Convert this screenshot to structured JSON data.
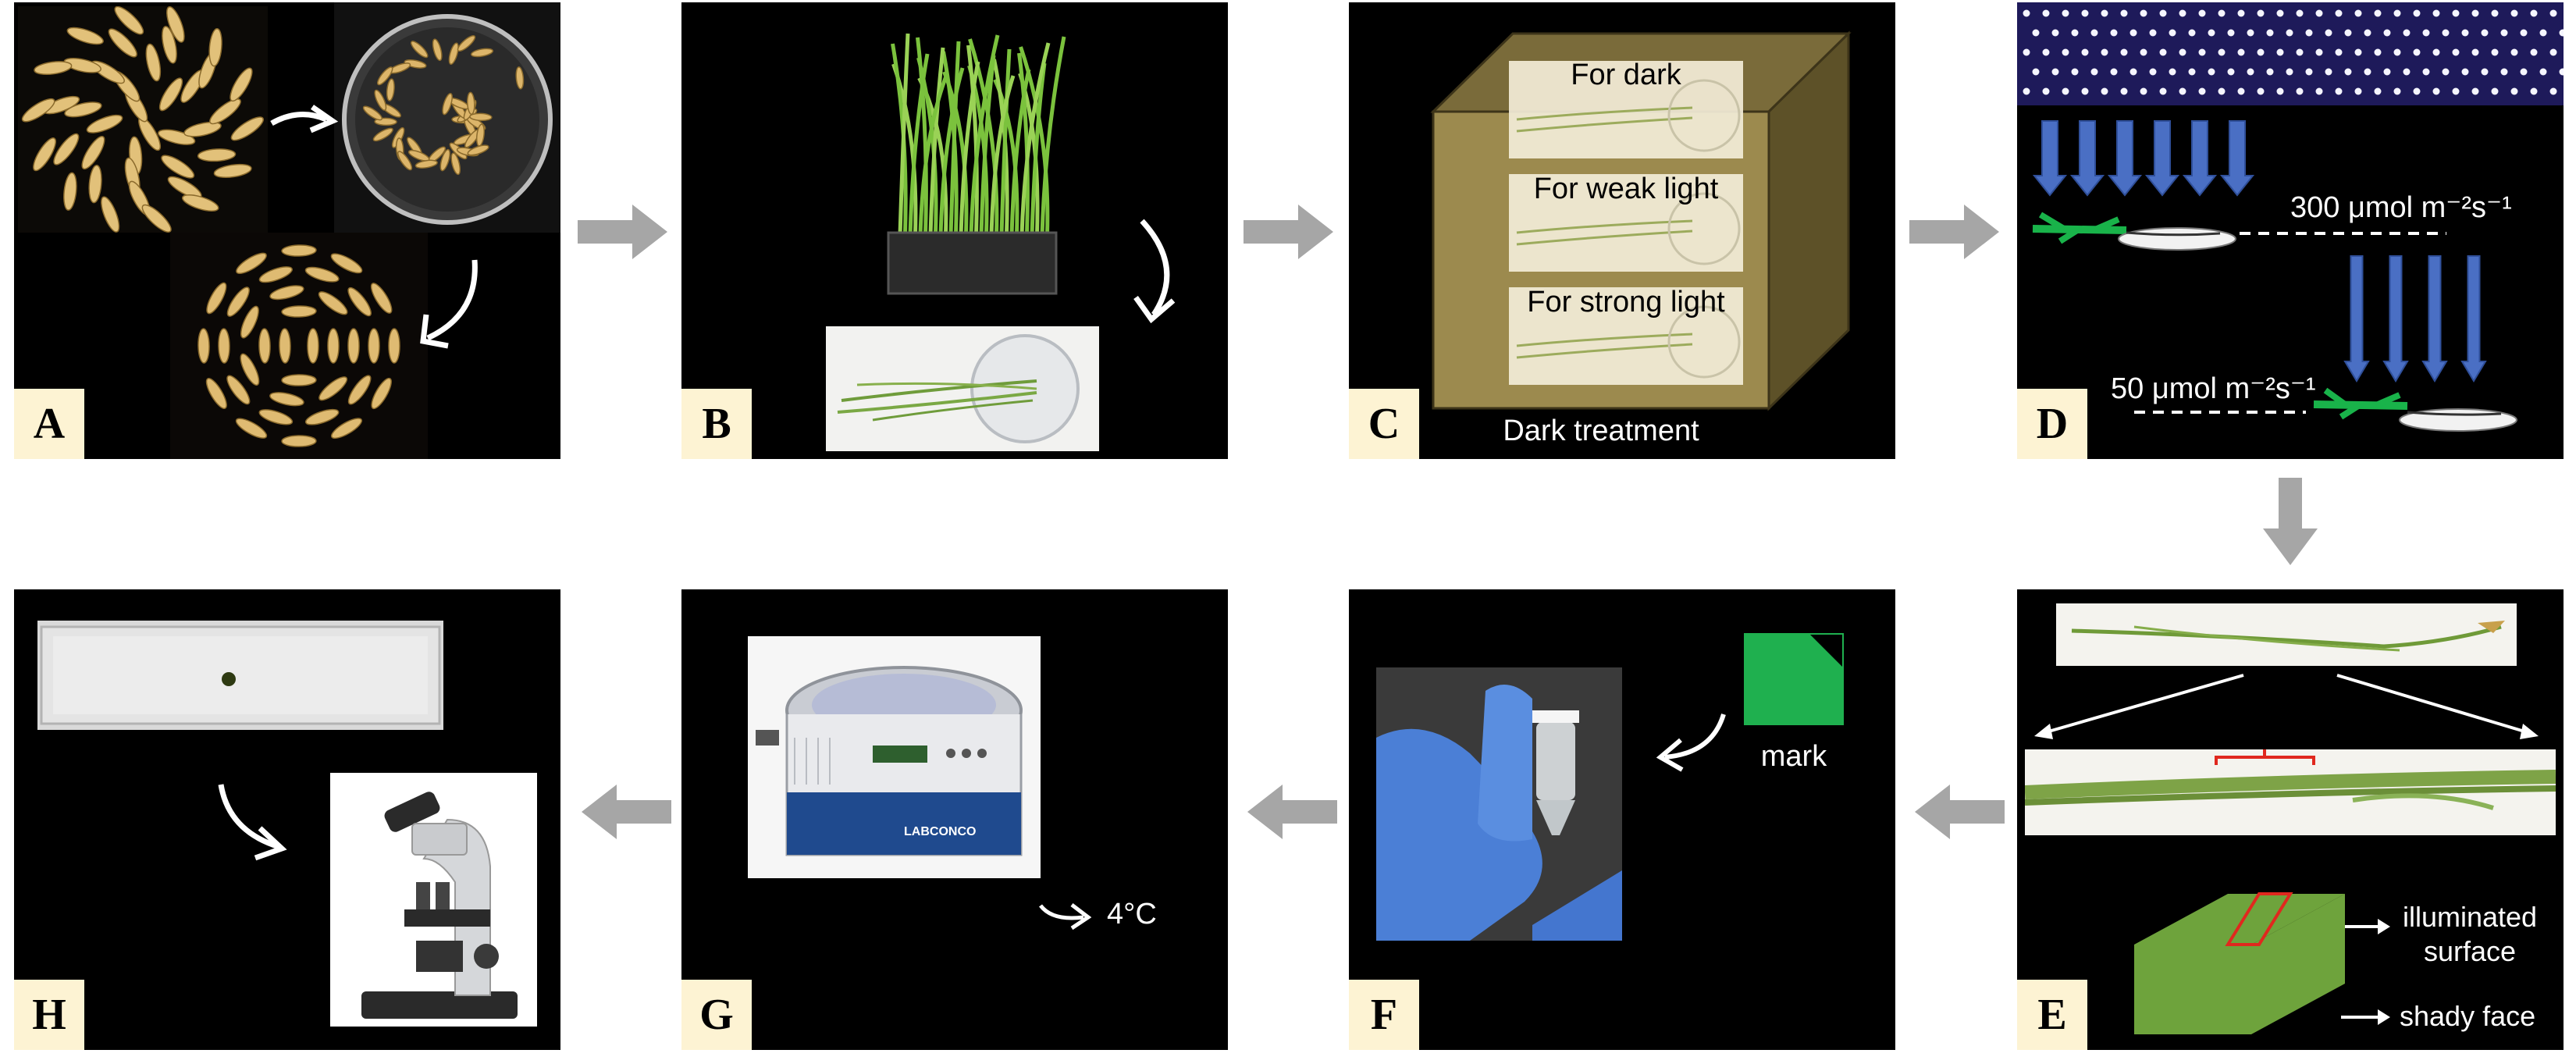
{
  "panels": [
    {
      "id": "A",
      "label": "A"
    },
    {
      "id": "B",
      "label": "B"
    },
    {
      "id": "C",
      "label": "C"
    },
    {
      "id": "D",
      "label": "D"
    },
    {
      "id": "E",
      "label": "E"
    },
    {
      "id": "F",
      "label": "F"
    },
    {
      "id": "G",
      "label": "G"
    },
    {
      "id": "H",
      "label": "H"
    }
  ],
  "panel_c": {
    "box_labels": [
      "For dark",
      "For weak light",
      "For strong light"
    ],
    "caption": "Dark treatment",
    "box_color": "#9c8a4e"
  },
  "panel_d": {
    "high_light": "300 μmol m⁻²s⁻¹",
    "low_light": "50 μmol m⁻²s⁻¹",
    "arrow_color": "#4a6fc4"
  },
  "panel_e": {
    "illuminated": "illuminated surface",
    "shady": "shady face",
    "leaf_color": "#6ea33c",
    "mark_color": "#e0281e"
  },
  "panel_f": {
    "mark_label": "mark",
    "mark_color": "#1fb04f"
  },
  "panel_g": {
    "temperature": "4°C",
    "brand": "LABCONCO"
  },
  "flow_arrow_color": "#a6a6a6"
}
